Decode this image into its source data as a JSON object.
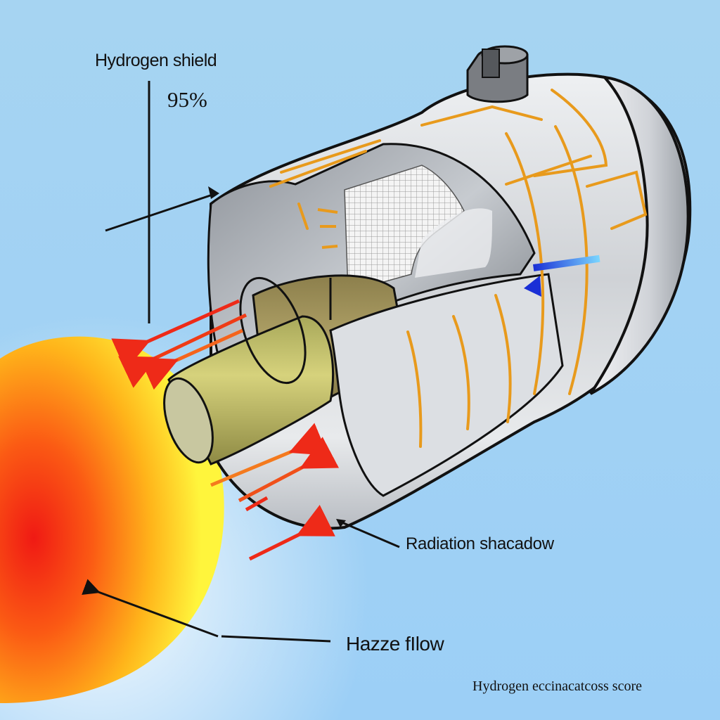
{
  "labels": {
    "hydrogen_shield": "Hydrogen shield",
    "shield_percent": "95%",
    "radiation_shadow": "Radiation shacadow",
    "haze_flow": "Hazze fIlow",
    "footer_score": "Hydrogen eccinacatcoss score"
  },
  "colors": {
    "sky_top": "#a6d4f2",
    "sky_bottom": "#9ccff6",
    "hull": "#d6d8dc",
    "orange_stripe": "#e89a1c",
    "inner_tube": "#c9c46a",
    "sun_core": "#f12a12",
    "sun_outer": "#fff23a",
    "red_arrow": "#ee2a18",
    "blue_arrow": "#1a3ed8"
  },
  "icons": [
    "sun-blob",
    "cylinder-module",
    "red-radiation-arrow",
    "blue-flow-arrow",
    "leader-line"
  ]
}
